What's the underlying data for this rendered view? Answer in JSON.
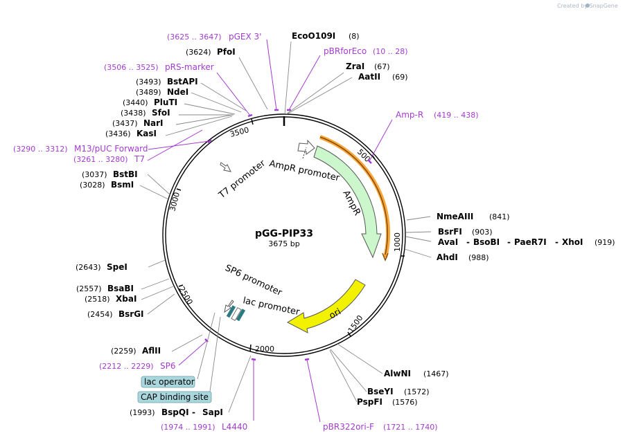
{
  "watermark": "Created by SnapGene",
  "plasmid": {
    "name": "pGG-PIP33",
    "length_label": "3675 bp"
  },
  "ticks": [
    "500",
    "1000",
    "1500",
    "2000",
    "2500",
    "3000",
    "3500"
  ],
  "enzymes": {
    "ecoo109i": {
      "name": "EcoO109I",
      "pos": "(8)"
    },
    "zrai": {
      "name": "ZraI",
      "pos": "(67)"
    },
    "aatii": {
      "name": "AatII",
      "pos": "(69)"
    },
    "nmeaiii": {
      "name": "NmeAIII",
      "pos": "(841)"
    },
    "bsrfi": {
      "name": "BsrFI",
      "pos": "(903)"
    },
    "ava_group": {
      "a": "AvaI",
      "b": "BsoBI",
      "c": "PaeR7I",
      "d": "XhoI",
      "pos": "(919)"
    },
    "ahdi": {
      "name": "AhdI",
      "pos": "(988)"
    },
    "alwni": {
      "name": "AlwNI",
      "pos": "(1467)"
    },
    "bseyi": {
      "name": "BseYI",
      "pos": "(1572)"
    },
    "pspfi": {
      "name": "PspFI",
      "pos": "(1576)"
    },
    "bspqi": {
      "name": "BspQI",
      "name2": "SapI",
      "pos": "(1993)"
    },
    "aflii": {
      "name": "AflII",
      "pos": "(2259)"
    },
    "bsrgi": {
      "name": "BsrGI",
      "pos": "(2454)"
    },
    "xbai": {
      "name": "XbaI",
      "pos": "(2518)"
    },
    "bsabi": {
      "name": "BsaBI",
      "pos": "(2557)"
    },
    "spei": {
      "name": "SpeI",
      "pos": "(2643)"
    },
    "bsmi": {
      "name": "BsmI",
      "pos": "(3028)"
    },
    "bstbi": {
      "name": "BstBI",
      "pos": "(3037)"
    },
    "kasi": {
      "name": "KasI",
      "pos": "(3436)"
    },
    "nari": {
      "name": "NarI",
      "pos": "(3437)"
    },
    "sfoi": {
      "name": "SfoI",
      "pos": "(3438)"
    },
    "pluti": {
      "name": "PluTI",
      "pos": "(3440)"
    },
    "ndei": {
      "name": "NdeI",
      "pos": "(3489)"
    },
    "bstapi": {
      "name": "BstAPI",
      "pos": "(3493)"
    },
    "pfoi": {
      "name": "PfoI",
      "pos": "(3624)"
    }
  },
  "primers": {
    "pgex3": {
      "range": "(3625 .. 3647)",
      "name": "pGEX 3'"
    },
    "pbrforeco": {
      "name": "pBRforEco",
      "range": "(10 .. 28)"
    },
    "prsmarker": {
      "range": "(3506 .. 3525)",
      "name": "pRS-marker"
    },
    "ampr": {
      "name": "Amp-R",
      "range": "(419 .. 438)"
    },
    "m13": {
      "range": "(3290 .. 3312)",
      "name": "M13/pUC Forward"
    },
    "t7": {
      "range": "(3261 .. 3280)",
      "name": "T7"
    },
    "sp6": {
      "range": "(2212 .. 2229)",
      "name": "SP6"
    },
    "l4440": {
      "range": "(1974 .. 1991)",
      "name": "L4440"
    },
    "pbr322ori": {
      "name": "pBR322ori-F",
      "range": "(1721 .. 1740)"
    }
  },
  "features": {
    "ampr_promoter": "AmpR promoter",
    "ampr": "AmpR",
    "ori": "ori",
    "t7_promoter": "T7 promoter",
    "sp6_promoter": "SP6 promoter",
    "lac_promoter": "lac promoter",
    "lac_operator": "lac operator",
    "cap_site": "CAP binding site"
  },
  "colors": {
    "primer": "#a23bd0",
    "ampr_fill": "#ccf7cc",
    "ori_fill": "#f2f200",
    "primer_bar": "#f7a73c",
    "box_fill": "#a8d7de",
    "lac_fill": "#2a7a84"
  }
}
